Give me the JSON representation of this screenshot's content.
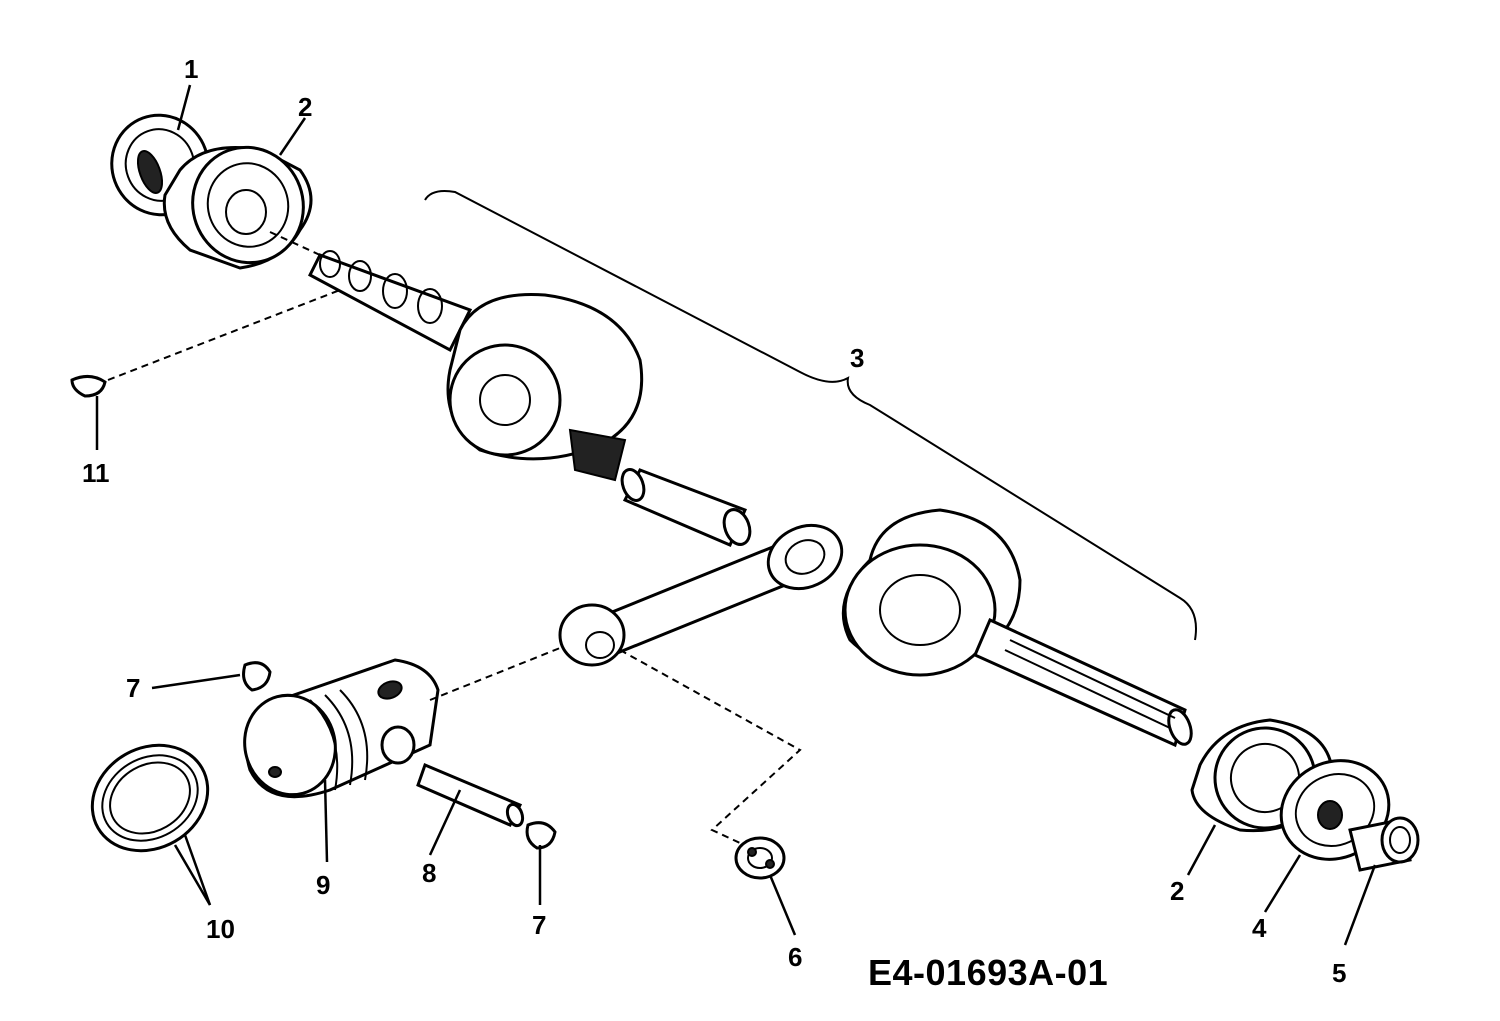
{
  "callouts": {
    "c1": "1",
    "c2_top": "2",
    "c3": "3",
    "c11": "11",
    "c7_left": "7",
    "c9": "9",
    "c8": "8",
    "c7_bottom": "7",
    "c10": "10",
    "c6": "6",
    "c2_right": "2",
    "c4": "4",
    "c5": "5"
  },
  "drawing_code": "E4-01693A-01"
}
